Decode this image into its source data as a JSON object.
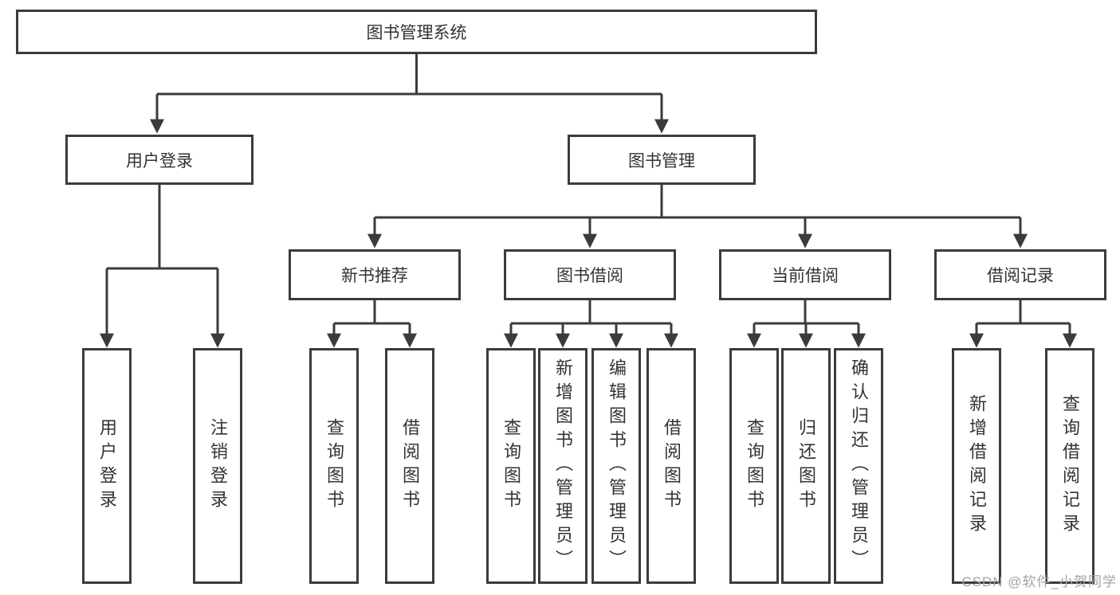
{
  "diagram": {
    "title": "图书管理系统",
    "root": {
      "label": "图书管理系统"
    },
    "level1": [
      {
        "label": "用户登录"
      },
      {
        "label": "图书管理"
      }
    ],
    "level2": [
      {
        "label": "新书推荐",
        "parent": "图书管理"
      },
      {
        "label": "图书借阅",
        "parent": "图书管理"
      },
      {
        "label": "当前借阅",
        "parent": "图书管理"
      },
      {
        "label": "借阅记录",
        "parent": "图书管理"
      }
    ],
    "leaves": [
      {
        "label": "用户登录",
        "parent": "用户登录"
      },
      {
        "label": "注销登录",
        "parent": "用户登录"
      },
      {
        "label": "查询图书",
        "parent": "新书推荐"
      },
      {
        "label": "借阅图书",
        "parent": "新书推荐"
      },
      {
        "label": "查询图书",
        "parent": "图书借阅"
      },
      {
        "label": "新增图书（管理员）",
        "parent": "图书借阅"
      },
      {
        "label": "编辑图书（管理员）",
        "parent": "图书借阅"
      },
      {
        "label": "借阅图书",
        "parent": "图书借阅"
      },
      {
        "label": "查询图书",
        "parent": "当前借阅"
      },
      {
        "label": "归还图书",
        "parent": "当前借阅"
      },
      {
        "label": "确认归还（管理员）",
        "parent": "当前借阅"
      },
      {
        "label": "新增借阅记录",
        "parent": "借阅记录"
      },
      {
        "label": "查询借阅记录",
        "parent": "借阅记录"
      }
    ]
  },
  "watermark": {
    "text": "CSDN @软件_小贺同学"
  },
  "colors": {
    "line": "#3b3b3b",
    "text": "#333333",
    "background": "#ffffff",
    "watermark": "#a3a3a3"
  }
}
